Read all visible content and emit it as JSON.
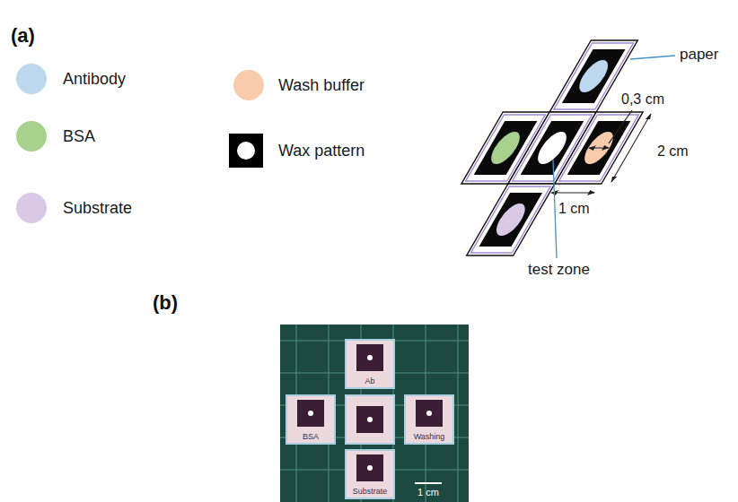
{
  "diagram": {
    "nodes": [
      {
        "text": [
          "Ab"
        ]
      },
      {
        "text": [
          "BSA"
        ]
      },
      {
        "text": [
          "Washing"
        ]
      },
      {
        "text": [
          "Substrate"
        ]
      }
    ],
    "labels": [
      "(a)",
      "paper",
      "0,3 cm",
      "2 cm",
      "1 cm",
      "test zone",
      "(b)",
      "1 cm"
    ],
    "legend": [
      {
        "text": "Antibody",
        "color": "#bdd7ee"
      },
      {
        "text": "BSA",
        "color": "#a9d18e"
      },
      {
        "text": "Substrate",
        "color": "#d9c8e6"
      },
      {
        "text": "Wash buffer",
        "color": "#f8cbad"
      },
      {
        "text": "Wax pattern"
      }
    ]
  }
}
